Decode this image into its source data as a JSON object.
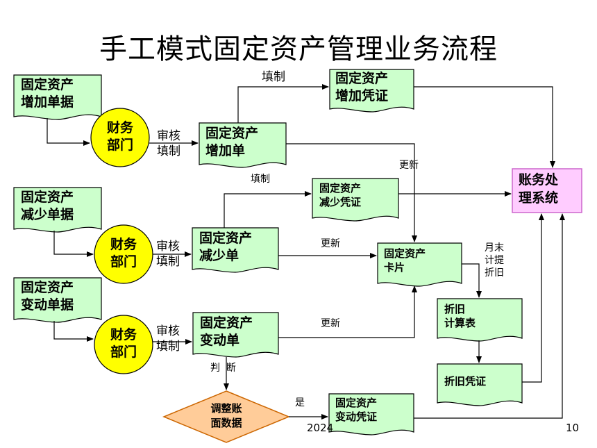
{
  "title": "手工模式固定资产管理业务流程",
  "docs": {
    "increase_source": "固定资产\n增加单据",
    "decrease_source": "固定资产\n减少单据",
    "change_source": "固定资产\n变动单据",
    "increase_form": "固定资产\n增加单",
    "decrease_form": "固定资产\n减少单",
    "change_form": "固定资产\n变动单",
    "increase_voucher": "固定资产\n增加凭证",
    "decrease_voucher": "固定资产\n减少凭证",
    "change_voucher": "固定资产\n变动凭证",
    "asset_card": "固定资产\n卡片",
    "depreciation_table": "折旧\n计算表",
    "depreciation_voucher": "折旧凭证"
  },
  "processes": {
    "finance_dept_1": "财务\n部门",
    "finance_dept_2": "财务\n部门",
    "finance_dept_3": "财务\n部门",
    "ledger": "账务处\n理系统",
    "adjust_decision": "调整账\n面数据"
  },
  "labels": {
    "review_fill_1": "审核\n填制",
    "review_fill_2": "审核\n填制",
    "review_fill_3": "审核\n填制",
    "fill_increase": "填制",
    "fill_decrease": "填制",
    "update_1": "更新",
    "update_2": "更新",
    "update_3": "更新",
    "month_end": "月末\n计提\n折旧",
    "judge": "判  断",
    "yes": "是"
  },
  "footer": {
    "date": "2024",
    "page": "10"
  },
  "colors": {
    "doc_fill": "#ccffcc",
    "circle_fill": "#ffff00",
    "ledger_fill": "#ffccff",
    "ledger_border": "#cc66cc",
    "diamond_fill": "#ffcc99",
    "diamond_border": "#cc6600"
  }
}
